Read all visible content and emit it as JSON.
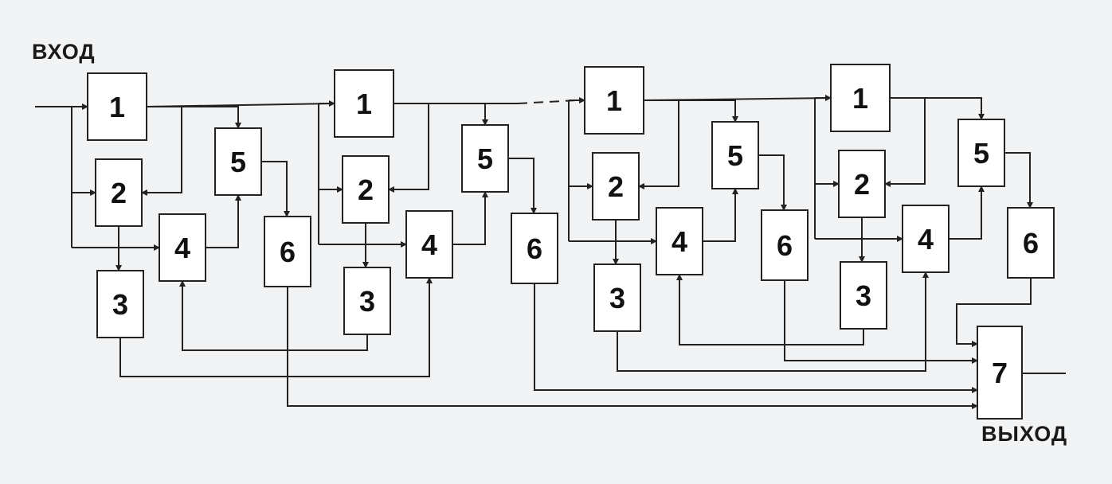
{
  "labels": {
    "input": "ВХОД",
    "output": "ВЫХОД"
  },
  "stages": [
    {
      "b1": "1",
      "b2": "2",
      "b3": "3",
      "b4": "4",
      "b5": "5",
      "b6": "6"
    },
    {
      "b1": "1",
      "b2": "2",
      "b3": "3",
      "b4": "4",
      "b5": "5",
      "b6": "6"
    },
    {
      "b1": "1",
      "b2": "2",
      "b3": "3",
      "b4": "4",
      "b5": "5",
      "b6": "6"
    },
    {
      "b1": "1",
      "b2": "2",
      "b3": "3",
      "b4": "4",
      "b5": "5",
      "b6": "6"
    }
  ],
  "final_block": "7",
  "colors": {
    "background": "#f1f3f4",
    "stroke": "#222222",
    "box_fill": "#ffffff"
  }
}
